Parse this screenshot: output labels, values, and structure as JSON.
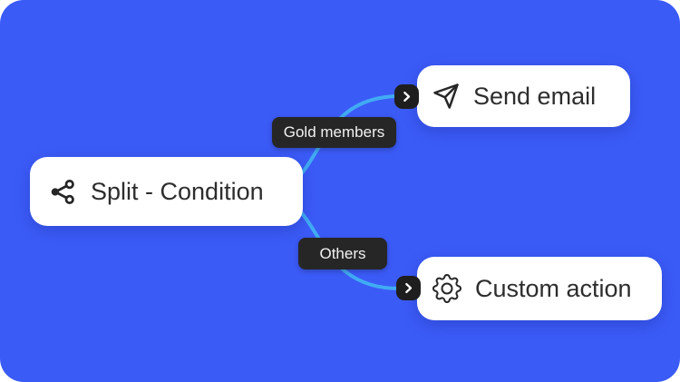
{
  "canvas": {
    "background_color": "#3B5BF7",
    "connector_color": "#41ABF3",
    "card_background": "#FFFFFF",
    "card_text_color": "#2D2D2D",
    "edge_label_background": "#262626",
    "edge_label_text_color": "#F2F2F2",
    "entry_badge_background": "#1E1E1E"
  },
  "nodes": [
    {
      "id": "split-condition",
      "label": "Split - Condition",
      "icon": "split-icon"
    },
    {
      "id": "send-email",
      "label": "Send email",
      "icon": "send-icon"
    },
    {
      "id": "custom-action",
      "label": "Custom action",
      "icon": "gear-icon"
    }
  ],
  "edges": [
    {
      "from": "split-condition",
      "to": "send-email",
      "label": "Gold members"
    },
    {
      "from": "split-condition",
      "to": "custom-action",
      "label": "Others"
    }
  ]
}
